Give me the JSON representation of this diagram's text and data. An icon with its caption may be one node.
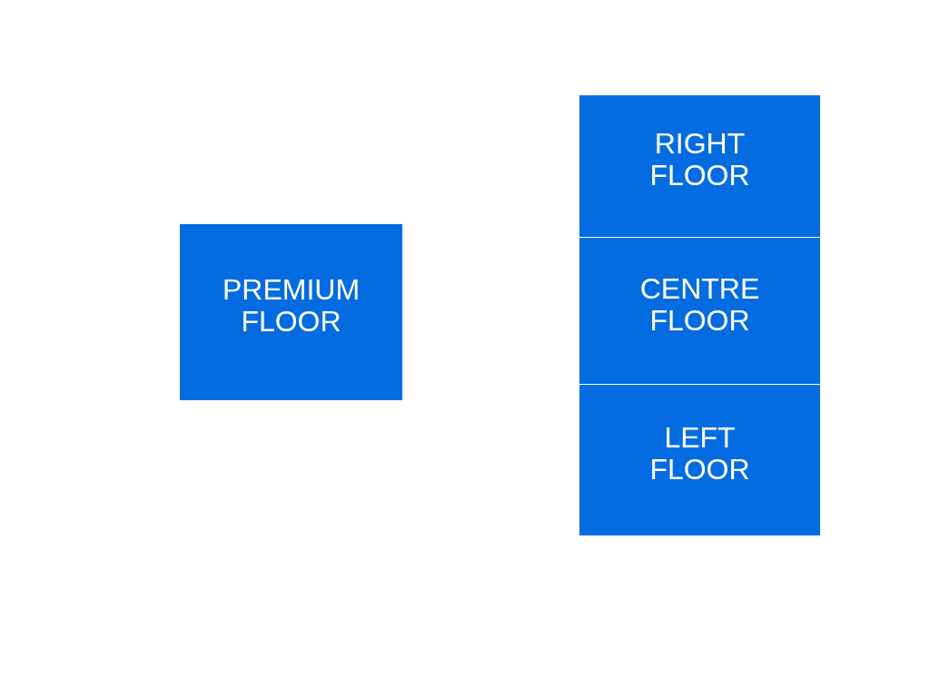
{
  "diagram": {
    "nodes": [
      {
        "text": [
          "PREMIUM FLOOR"
        ]
      },
      {
        "text": [
          "RIGHT FLOOR"
        ]
      },
      {
        "text": [
          "CENTRE FLOOR"
        ]
      },
      {
        "text": [
          "LEFT FLOOR"
        ]
      }
    ]
  }
}
